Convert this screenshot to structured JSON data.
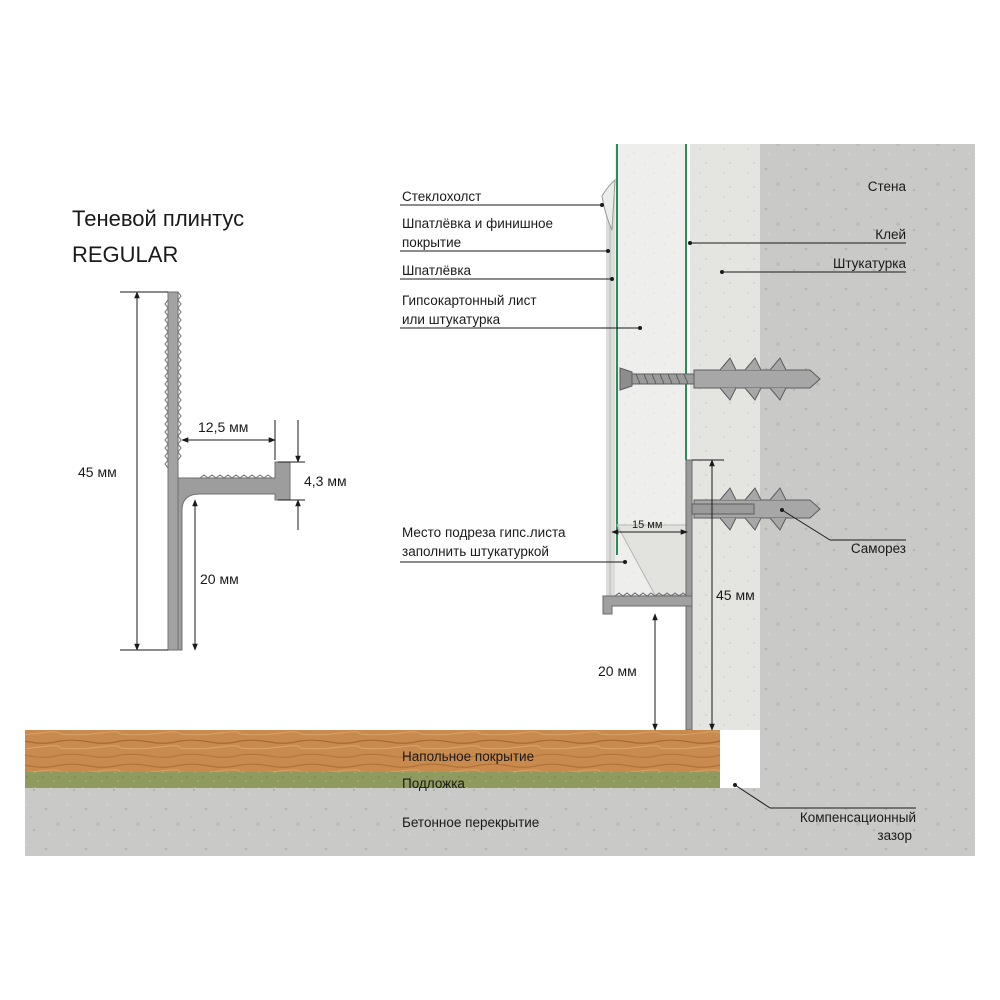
{
  "title": {
    "line1": "Теневой плинтус",
    "line2": "REGULAR"
  },
  "profile_dims": {
    "height": "45 мм",
    "shelf_width": "12,5 мм",
    "lip_height": "4,3 мм",
    "gap": "20 мм"
  },
  "section_dims": {
    "cut": "15 мм",
    "height": "45 мм",
    "gap": "20 мм"
  },
  "left_labels": {
    "glass_fabric": "Стеклохолст",
    "putty_finish_1": "Шпатлёвка и финишное",
    "putty_finish_2": "покрытие",
    "putty": "Шпатлёвка",
    "gypsum_1": "Гипсокартонный лист",
    "gypsum_2": "или штукатурка",
    "cut_1": "Место подреза гипс.листа",
    "cut_2": "заполнить штукатуркой"
  },
  "right_labels": {
    "wall": "Стена",
    "glue": "Клей",
    "plaster": "Штукатурка",
    "screw": "Саморез",
    "gap_1": "Компенсационный",
    "gap_2": "зазор"
  },
  "floor_labels": {
    "flooring": "Напольное покрытие",
    "underlay": "Подложка",
    "slab": "Бетонное перекрытие"
  },
  "colors": {
    "concrete": "#c9c9c7",
    "plaster": "#e6e6e3",
    "gypsum": "#f0f0ee",
    "glass_edge": "#2e8b57",
    "wood": "#c98a4e",
    "underlay": "#8e9a5e",
    "aluminium": "#9a9a9a"
  }
}
